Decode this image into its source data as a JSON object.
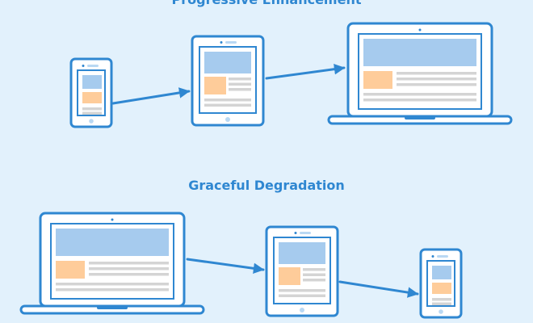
{
  "diagram": {
    "colors": {
      "background": "#e2f1fc",
      "stroke": "#2f87d1",
      "device_fill": "#ffffff",
      "screen_fill": "#ffffff",
      "image_block": "#a6cbee",
      "accent_block": "#fecc9a",
      "text_line": "#d4d4d4",
      "button_fill": "#b9d8f3",
      "arrow": "#2f87d1",
      "title_text": "#2f87d1"
    },
    "sections": [
      {
        "id": "progressive",
        "title": "Progressive Enhancement",
        "flow": [
          "phone",
          "tablet",
          "laptop"
        ]
      },
      {
        "id": "graceful",
        "title": "Graceful Degradation",
        "flow": [
          "laptop",
          "tablet",
          "phone"
        ]
      }
    ]
  }
}
